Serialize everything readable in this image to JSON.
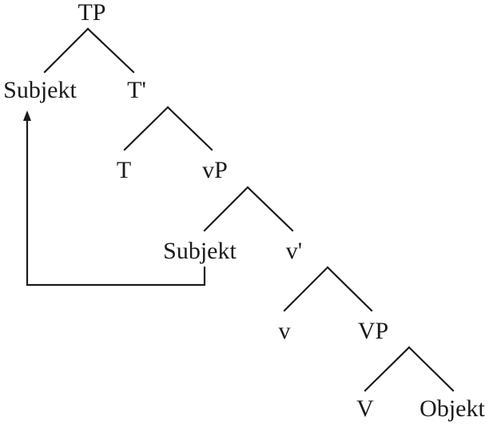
{
  "tree": {
    "nodes": {
      "tp": "TP",
      "subjekt_top": "Subjekt",
      "t_bar": "T'",
      "t": "T",
      "vp_little": "vP",
      "subjekt_base": "Subjekt",
      "v_bar": "v'",
      "v": "v",
      "vp_big": "VP",
      "v_big": "V",
      "objekt": "Objekt"
    },
    "movement": {
      "from": "subjekt_base",
      "to": "subjekt_top"
    }
  }
}
